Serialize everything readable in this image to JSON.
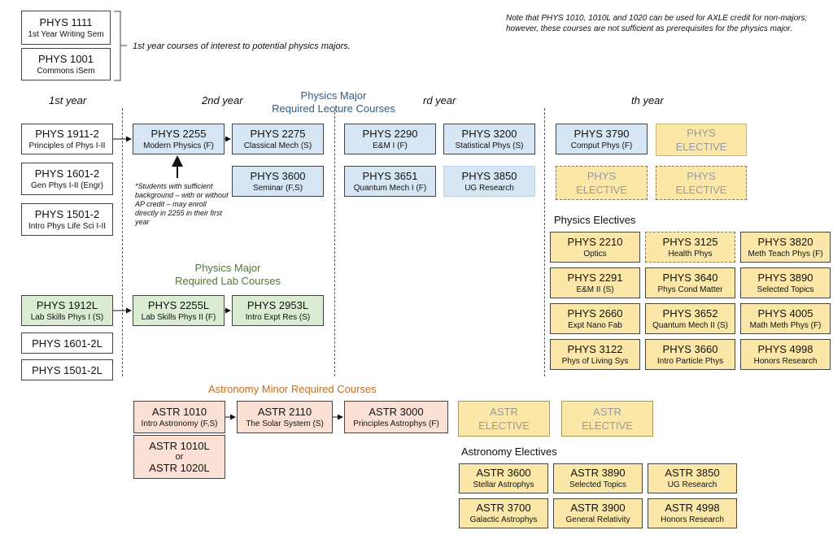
{
  "notes": {
    "axle": "Note that PHYS 1010, 1010L and 1020 can be used for AXLE credit for non-majors; however, these courses are not sufficient as prerequisites for the physics major.",
    "first_year_interest": "1st year courses of interest to potential physics majors.",
    "students": "*Students with sufficient background – with or without AP credit – may enroll directly in 2255 in their first year"
  },
  "years": {
    "y1": "1st year",
    "y2": "2nd year",
    "y3": "rd year",
    "y4": "th year"
  },
  "sections": {
    "lecture_title": "Physics Major\nRequired Lecture Courses",
    "lab_title": "Physics Major\nRequired Lab Courses",
    "astro_title": "Astronomy Minor Required Courses",
    "phys_electives": "Physics Electives",
    "astr_electives": "Astronomy Electives"
  },
  "courses": {
    "phys1111": {
      "code": "PHYS 1111",
      "name": "1st Year Writing Sem"
    },
    "phys1001": {
      "code": "PHYS 1001",
      "name": "Commons iSem"
    },
    "phys1911": {
      "code": "PHYS 1911-2",
      "name": "Principles of Phys I-II"
    },
    "phys1601": {
      "code": "PHYS 1601-2",
      "name": "Gen Phys I-II (Engr)"
    },
    "phys1501": {
      "code": "PHYS 1501-2",
      "name": "Intro Phys Life Sci I-II"
    },
    "phys2255": {
      "code": "PHYS 2255",
      "name": "Modern Physics (F)"
    },
    "phys2275": {
      "code": "PHYS 2275",
      "name": "Classical Mech (S)"
    },
    "phys3600": {
      "code": "PHYS 3600",
      "name": "Seminar (F,S)"
    },
    "phys2290": {
      "code": "PHYS 2290",
      "name": "E&M I (F)"
    },
    "phys3200": {
      "code": "PHYS 3200",
      "name": "Statistical Phys (S)"
    },
    "phys3651": {
      "code": "PHYS 3651",
      "name": "Quantum Mech I (F)"
    },
    "phys3850": {
      "code": "PHYS 3850",
      "name": "UG Research"
    },
    "phys3790": {
      "code": "PHYS 3790",
      "name": "Comput Phys (F)"
    },
    "phys1912l": {
      "code": "PHYS 1912L",
      "name": "Lab Skills Phys I (S)"
    },
    "phys1601l": {
      "code": "PHYS 1601-2L",
      "name": ""
    },
    "phys1501l": {
      "code": "PHYS 1501-2L",
      "name": ""
    },
    "phys2255l": {
      "code": "PHYS 2255L",
      "name": "Lab Skills Phys II (F)"
    },
    "phys2953l": {
      "code": "PHYS 2953L",
      "name": "Intro Expt Res (S)"
    },
    "astr1010": {
      "code": "ASTR 1010",
      "name": "Intro Astronomy (F,S)"
    },
    "astr1010l": {
      "code": "ASTR 1010L",
      "or": "or",
      "code2": "ASTR 1020L"
    },
    "astr2110": {
      "code": "ASTR 2110",
      "name": "The Solar System (S)"
    },
    "astr3000": {
      "code": "ASTR 3000",
      "name": "Principles Astrophys (F)"
    }
  },
  "phys_elective_label": "PHYS\nELECTIVE",
  "astr_elective_label": "ASTR\nELECTIVE",
  "phys_electives": [
    {
      "code": "PHYS 2210",
      "name": "Optics"
    },
    {
      "code": "PHYS 3125",
      "name": "Health Phys"
    },
    {
      "code": "PHYS 3820",
      "name": "Meth Teach Phys (F)"
    },
    {
      "code": "PHYS 2291",
      "name": "E&M II (S)"
    },
    {
      "code": "PHYS 3640",
      "name": "Phys Cond Matter"
    },
    {
      "code": "PHYS 3890",
      "name": "Selected Topics"
    },
    {
      "code": "PHYS 2660",
      "name": "Expt Nano Fab"
    },
    {
      "code": "PHYS 3652",
      "name": "Quantum Mech II (S)"
    },
    {
      "code": "PHYS 4005",
      "name": "Math Meth Phys (F)"
    },
    {
      "code": "PHYS 3122",
      "name": "Phys of Living Sys"
    },
    {
      "code": "PHYS 3660",
      "name": "Intro Particle Phys"
    },
    {
      "code": "PHYS 4998",
      "name": "Honors Research"
    }
  ],
  "astr_electives": [
    {
      "code": "ASTR 3600",
      "name": "Stellar Astrophys"
    },
    {
      "code": "ASTR 3890",
      "name": "Selected Topics"
    },
    {
      "code": "ASTR 3850",
      "name": "UG Research"
    },
    {
      "code": "ASTR 3700",
      "name": "Galactic Astrophys"
    },
    {
      "code": "ASTR 3900",
      "name": "General Relativity"
    },
    {
      "code": "ASTR 4998",
      "name": "Honors Research"
    }
  ],
  "colors": {
    "blue": "#d6e6f4",
    "green": "#dcecd2",
    "pink": "#fbe1d5",
    "yellow": "#fbe7a7"
  }
}
